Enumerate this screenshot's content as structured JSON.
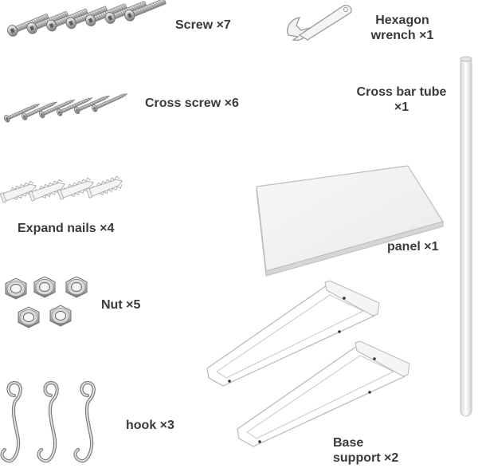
{
  "parts": [
    {
      "id": "screw",
      "label": "Screw ×7",
      "count": 7
    },
    {
      "id": "cross-screw",
      "label": "Cross screw ×6",
      "count": 6
    },
    {
      "id": "expand-nail",
      "label": "Expand nails ×4",
      "count": 4
    },
    {
      "id": "nut",
      "label": "Nut ×5",
      "count": 5
    },
    {
      "id": "hook",
      "label": "hook ×3",
      "count": 3
    },
    {
      "id": "wrench",
      "label_lines": [
        "Hexagon",
        "wrench ×1"
      ],
      "count": 1
    },
    {
      "id": "cross-bar-tube",
      "label_lines": [
        "Cross bar tube",
        "×1"
      ],
      "count": 1
    },
    {
      "id": "panel",
      "label": "panel ×1",
      "count": 1
    },
    {
      "id": "base-support",
      "label_lines": [
        "Base",
        "support ×2"
      ],
      "count": 2
    }
  ],
  "colors": {
    "label_text": "#3a3a3a",
    "metal_light": "#e6e6e6",
    "metal_dark": "#8c8c8c",
    "white_part": "#ffffff",
    "outline": "#b9b9b9"
  }
}
